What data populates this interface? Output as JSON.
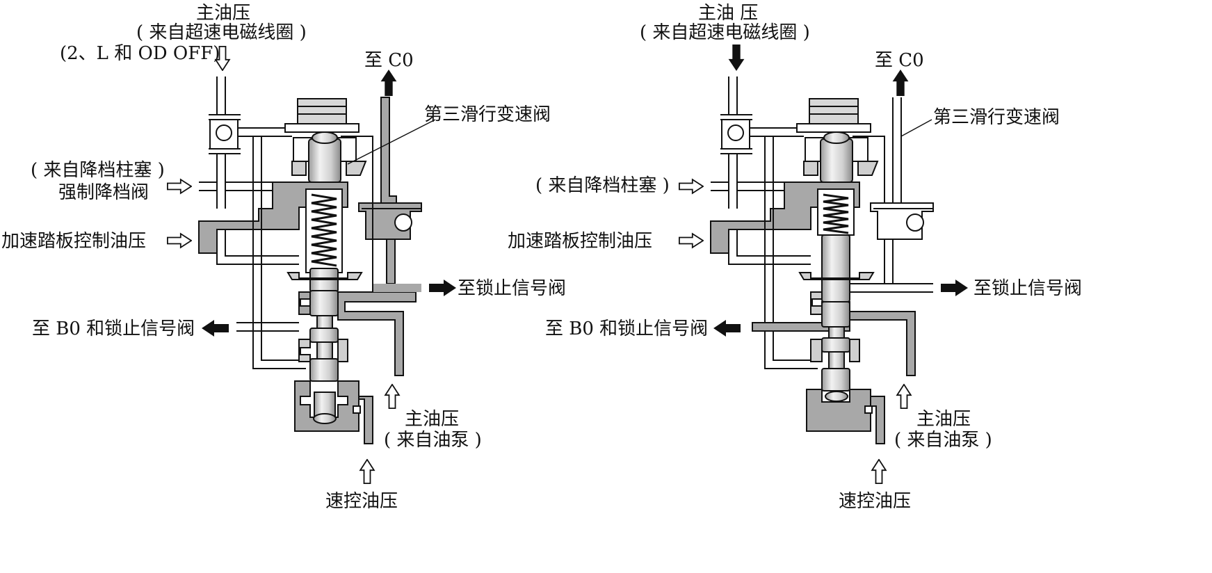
{
  "left": {
    "main_pressure": "主油压",
    "main_pressure_source": "( 来自超速电磁线圈 )",
    "range_note": "(2、L 和 OD OFF)",
    "to_c0": "至 C0",
    "third_valve": "第三滑行变速阀",
    "from_kickdown": "( 来自降档柱塞 )",
    "kickdown_valve": "强制降档阀",
    "throttle_pressure": "加速踏板控制油压",
    "to_lockup_signal": "至锁止信号阀",
    "to_b0_lockup": "至 B0 和锁止信号阀",
    "pump_pressure": "主油压",
    "pump_source": "( 来自油泵 )",
    "governor_pressure": "速控油压"
  },
  "right": {
    "main_pressure": "主油 压",
    "main_pressure_source": "( 来自超速电磁线圈 )",
    "to_c0": "至 C0",
    "third_valve": "第三滑行变速阀",
    "from_kickdown": "( 来自降档柱塞 )",
    "throttle_pressure": "加速踏板控制油压",
    "to_lockup_signal": "至锁止信号阀",
    "to_b0_lockup": "至 B0 和锁止信号阀",
    "pump_pressure": "主油压",
    "pump_source": "( 来自油泵 )",
    "governor_pressure": "速控油压"
  },
  "colors": {
    "fluid": "#a8a8a8",
    "outline": "#111111",
    "spool": "#d9d9d9",
    "background": "#ffffff"
  }
}
